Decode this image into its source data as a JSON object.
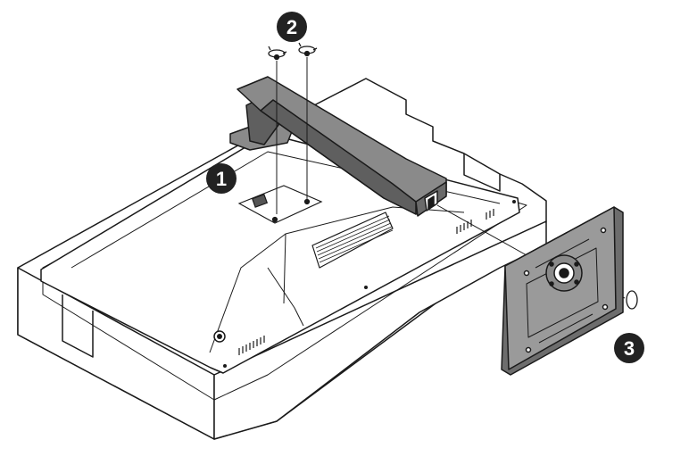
{
  "diagram": {
    "steps": [
      {
        "number": "1"
      },
      {
        "number": "2"
      },
      {
        "number": "3"
      }
    ],
    "colors": {
      "line": "#1a1a1a",
      "arm_fill": "#8a8a8a",
      "arm_dark": "#5f5f5f",
      "plate_fill": "#8f8f8f",
      "plate_dark": "#6d6d6d",
      "badge": "#222222"
    }
  }
}
